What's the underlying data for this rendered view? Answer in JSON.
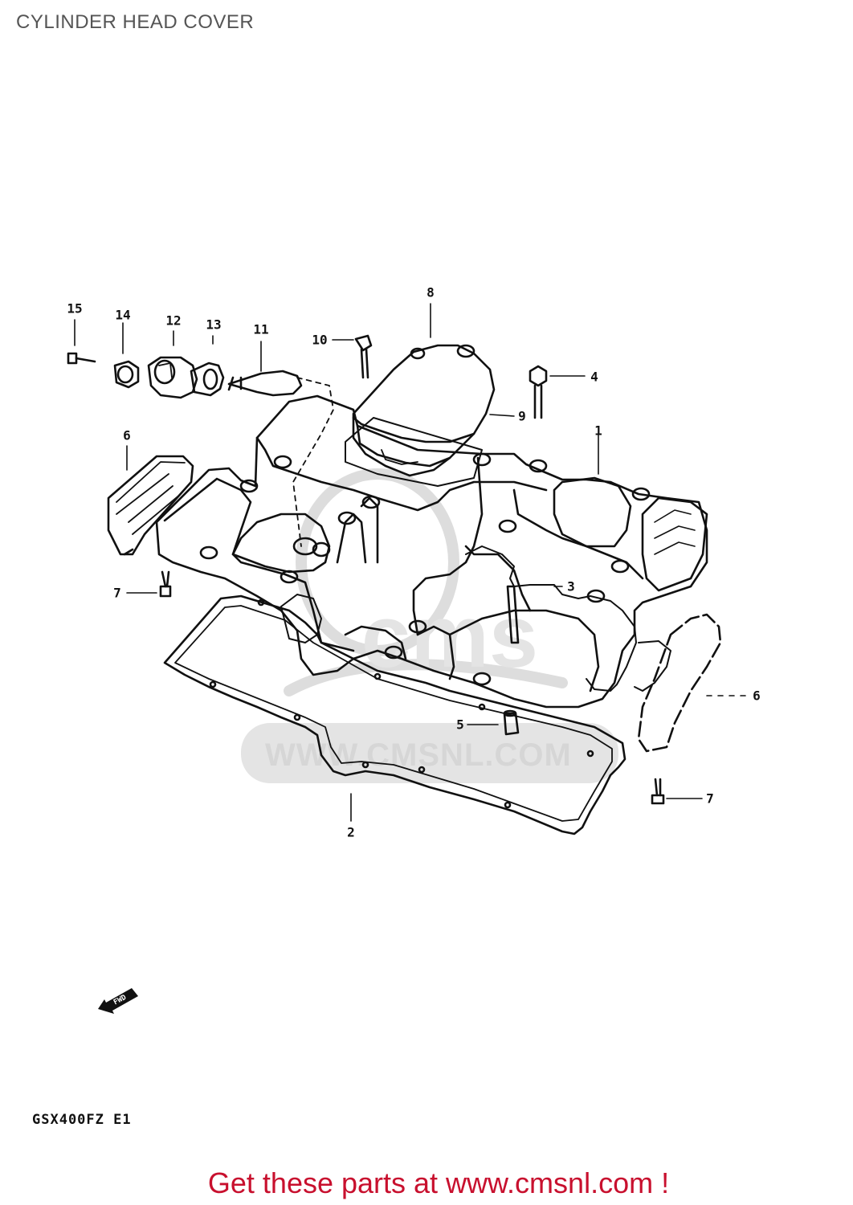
{
  "page": {
    "title": "CYLINDER HEAD COVER",
    "model_code": "GSX400FZ  E1",
    "footer_link": "Get these parts at www.cmsnl.com !",
    "watermark": "WWW.CMSNL.COM",
    "forward_label": "FWD"
  },
  "callouts": {
    "c1": "1",
    "c2": "2",
    "c3": "3",
    "c4": "4",
    "c5": "5",
    "c6a": "6",
    "c6b": "6",
    "c7a": "7",
    "c7b": "7",
    "c8": "8",
    "c9": "9",
    "c10": "10",
    "c11": "11",
    "c12": "12",
    "c13": "13",
    "c14": "14",
    "c15": "15"
  },
  "colors": {
    "line": "#111111",
    "footer": "#c8102e",
    "title": "#555555",
    "watermark": "#d6d6d6"
  }
}
